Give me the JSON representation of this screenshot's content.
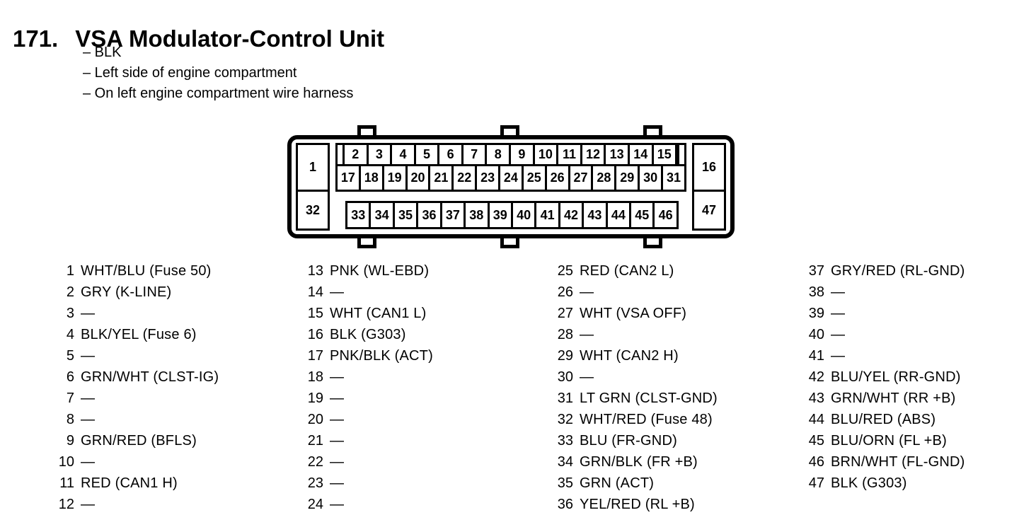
{
  "header": {
    "number": "171.",
    "title": "VSA Modulator-Control Unit",
    "notes": [
      "– BLK",
      "– Left side of engine compartment",
      "– On left engine compartment wire harness"
    ]
  },
  "connector": {
    "left": [
      "1",
      "32"
    ],
    "right": [
      "16",
      "47"
    ],
    "row1": [
      "2",
      "3",
      "4",
      "5",
      "6",
      "7",
      "8",
      "9",
      "10",
      "11",
      "12",
      "13",
      "14",
      "15"
    ],
    "row2": [
      "17",
      "18",
      "19",
      "20",
      "21",
      "22",
      "23",
      "24",
      "25",
      "26",
      "27",
      "28",
      "29",
      "30",
      "31"
    ],
    "row3": [
      "33",
      "34",
      "35",
      "36",
      "37",
      "38",
      "39",
      "40",
      "41",
      "42",
      "43",
      "44",
      "45",
      "46"
    ]
  },
  "pins": {
    "col1": [
      {
        "n": "1",
        "label": "WHT/BLU (Fuse 50)"
      },
      {
        "n": "2",
        "label": "GRY (K-LINE)"
      },
      {
        "n": "3",
        "label": "—"
      },
      {
        "n": "4",
        "label": "BLK/YEL (Fuse 6)"
      },
      {
        "n": "5",
        "label": "—"
      },
      {
        "n": "6",
        "label": "GRN/WHT (CLST-IG)"
      },
      {
        "n": "7",
        "label": "—"
      },
      {
        "n": "8",
        "label": "—"
      },
      {
        "n": "9",
        "label": "GRN/RED (BFLS)"
      },
      {
        "n": "10",
        "label": "—"
      },
      {
        "n": "11",
        "label": "RED (CAN1 H)"
      },
      {
        "n": "12",
        "label": "—"
      }
    ],
    "col2": [
      {
        "n": "13",
        "label": "PNK (WL-EBD)"
      },
      {
        "n": "14",
        "label": "—"
      },
      {
        "n": "15",
        "label": "WHT (CAN1 L)"
      },
      {
        "n": "16",
        "label": "BLK (G303)"
      },
      {
        "n": "17",
        "label": "PNK/BLK (ACT)"
      },
      {
        "n": "18",
        "label": "—"
      },
      {
        "n": "19",
        "label": "—"
      },
      {
        "n": "20",
        "label": "—"
      },
      {
        "n": "21",
        "label": "—"
      },
      {
        "n": "22",
        "label": "—"
      },
      {
        "n": "23",
        "label": "—"
      },
      {
        "n": "24",
        "label": "—"
      }
    ],
    "col3": [
      {
        "n": "25",
        "label": "RED (CAN2 L)"
      },
      {
        "n": "26",
        "label": "—"
      },
      {
        "n": "27",
        "label": "WHT (VSA OFF)"
      },
      {
        "n": "28",
        "label": "—"
      },
      {
        "n": "29",
        "label": "WHT (CAN2 H)"
      },
      {
        "n": "30",
        "label": "—"
      },
      {
        "n": "31",
        "label": "LT GRN (CLST-GND)"
      },
      {
        "n": "32",
        "label": "WHT/RED (Fuse 48)"
      },
      {
        "n": "33",
        "label": "BLU (FR-GND)"
      },
      {
        "n": "34",
        "label": "GRN/BLK (FR +B)"
      },
      {
        "n": "35",
        "label": "GRN (ACT)"
      },
      {
        "n": "36",
        "label": "YEL/RED (RL +B)"
      }
    ],
    "col4": [
      {
        "n": "37",
        "label": "GRY/RED (RL-GND)"
      },
      {
        "n": "38",
        "label": "—"
      },
      {
        "n": "39",
        "label": "—"
      },
      {
        "n": "40",
        "label": "—"
      },
      {
        "n": "41",
        "label": "—"
      },
      {
        "n": "42",
        "label": "BLU/YEL (RR-GND)"
      },
      {
        "n": "43",
        "label": "GRN/WHT (RR +B)"
      },
      {
        "n": "44",
        "label": "BLU/RED (ABS)"
      },
      {
        "n": "45",
        "label": "BLU/ORN (FL +B)"
      },
      {
        "n": "46",
        "label": "BRN/WHT (FL-GND)"
      },
      {
        "n": "47",
        "label": "BLK (G303)"
      }
    ]
  }
}
